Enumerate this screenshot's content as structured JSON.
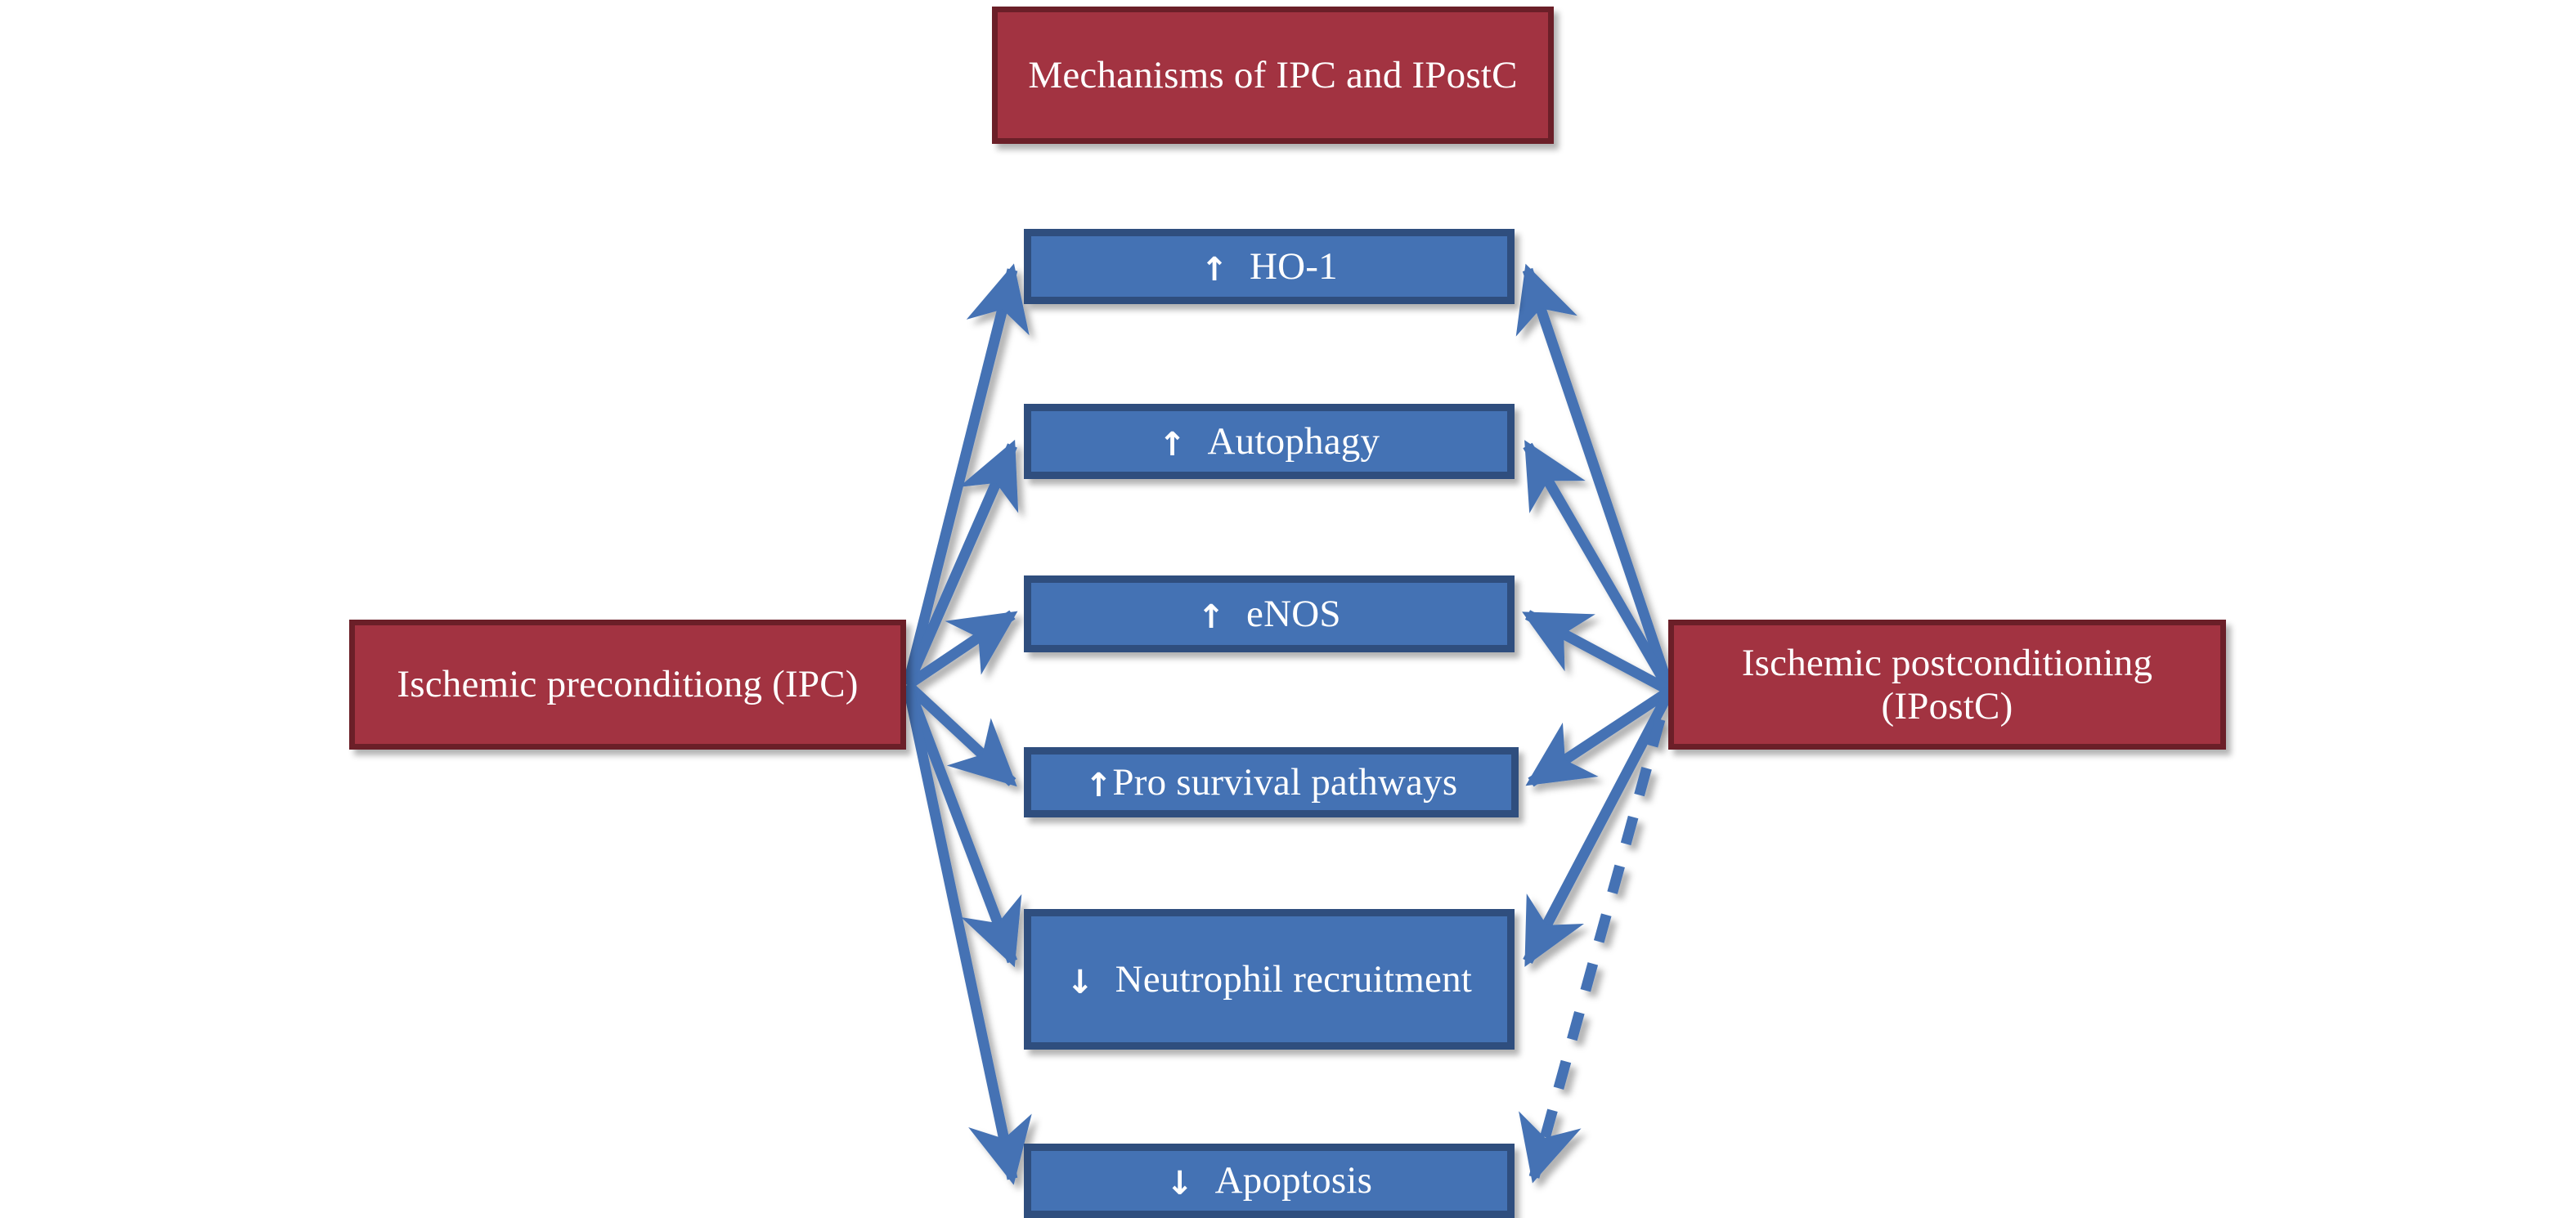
{
  "diagram": {
    "title_box": {
      "label": "Mechanisms of IPC and IPostC"
    },
    "sources": {
      "left": {
        "label": "Ischemic preconditiong (IPC)"
      },
      "right": {
        "label": "Ischemic postconditioning (IPostC)"
      }
    },
    "mechanisms": [
      {
        "id": "ho1",
        "direction": "up",
        "arrow": "↑",
        "label": "HO-1"
      },
      {
        "id": "autophagy",
        "direction": "up",
        "arrow": "↑",
        "label": "Autophagy"
      },
      {
        "id": "enos",
        "direction": "up",
        "arrow": "↑",
        "label": "eNOS"
      },
      {
        "id": "prosurvival",
        "direction": "up",
        "arrow": "↑",
        "label": "Pro survival pathways"
      },
      {
        "id": "neutrophil",
        "direction": "down",
        "arrow": "↓",
        "label": "Neutrophil recruitment"
      },
      {
        "id": "apoptosis",
        "direction": "down",
        "arrow": "↓",
        "label": "Apoptosis"
      }
    ],
    "colors": {
      "red_fill": "#a23341",
      "red_border": "#6b1f28",
      "blue_fill": "#4472b4",
      "blue_border": "#2f4e7e",
      "connector": "#4472b4",
      "text": "#ffffff",
      "background": "#ffffff"
    },
    "connectors": {
      "from_left_solid_count": 6,
      "from_right_solid_count": 5,
      "from_right_dashed_count": 1,
      "dashed_target": "apoptosis"
    }
  }
}
